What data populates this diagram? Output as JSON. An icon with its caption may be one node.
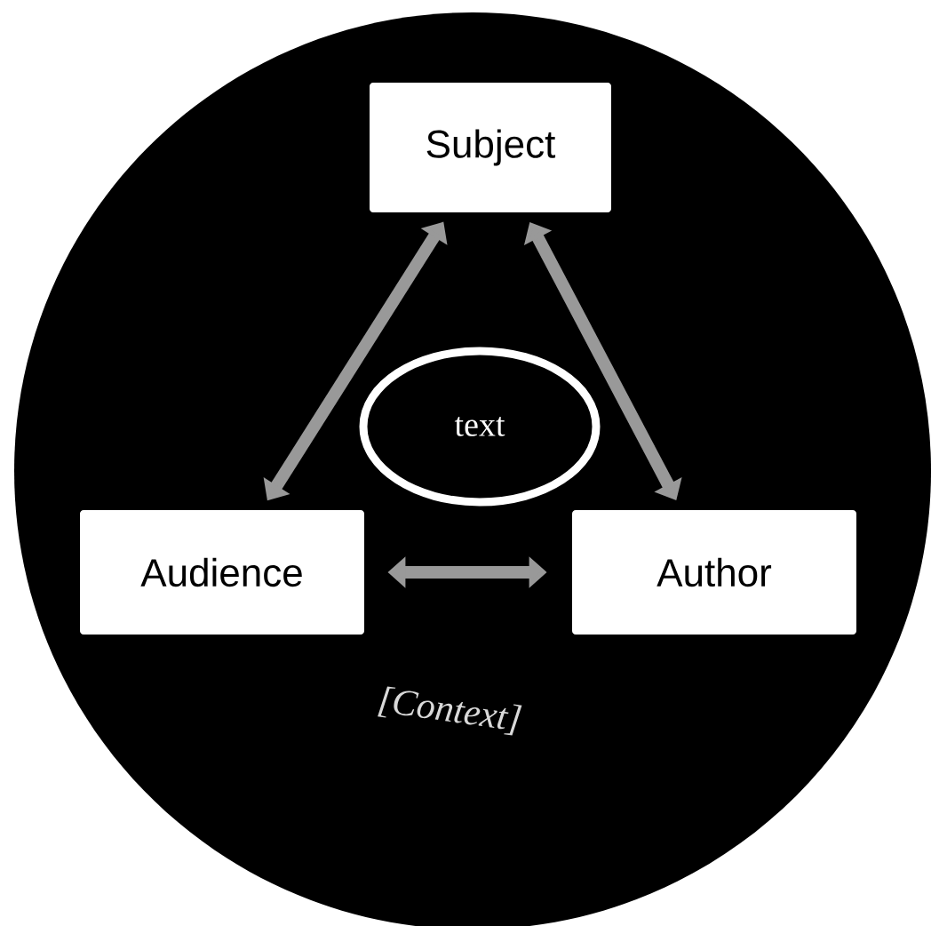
{
  "diagram": {
    "nodes": [
      {
        "text": [
          "[Context]"
        ]
      },
      {
        "text": [
          "Subject"
        ],
        "in": 0
      },
      {
        "text": [
          "text"
        ],
        "in": 0
      },
      {
        "text": [
          "Audience"
        ],
        "in": 0
      },
      {
        "text": [
          "Author"
        ],
        "in": 0
      }
    ],
    "edges": [
      {
        "from": 1,
        "to": 3,
        "arrow": "both"
      },
      {
        "from": 1,
        "to": 4,
        "arrow": "both"
      },
      {
        "from": 3,
        "to": 4,
        "arrow": "both"
      }
    ]
  }
}
